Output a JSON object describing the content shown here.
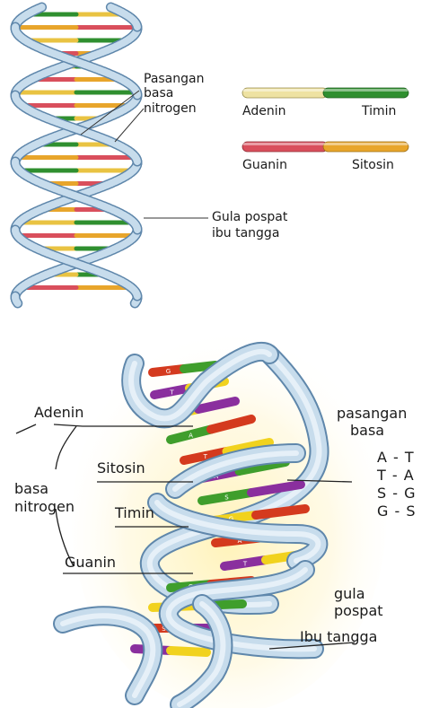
{
  "top_diagram": {
    "label_base_pair": [
      "Pasangan",
      "basa",
      "nitrogen"
    ],
    "label_sugar": [
      "Gula pospat",
      "ibu tangga"
    ],
    "legend": {
      "at_left": "Adenin",
      "at_right": "Timin",
      "gc_left": "Guanin",
      "gc_right": "Sitosin"
    }
  },
  "bottom_diagram": {
    "adenin": "Adenin",
    "sitosin": "Sitosin",
    "timin": "Timin",
    "guanin": "Guanin",
    "basa_nitrogen": [
      "basa",
      "nitrogen"
    ],
    "pasangan_basa": [
      "pasangan",
      "basa"
    ],
    "pairs": [
      "A - T",
      "T - A",
      "S - G",
      "G - S"
    ],
    "gula_pospat": [
      "gula",
      "pospat"
    ],
    "ibu_tangga": "Ibu tangga",
    "rung_letters": [
      "G",
      "T",
      "S",
      "A",
      "T",
      "A",
      "S",
      "G",
      "A",
      "T",
      "G",
      "T",
      "S",
      "A"
    ]
  },
  "colors": {
    "backbone_fill": "#c7dcec",
    "backbone_stroke": "#5f87ab",
    "adenine": "#e9c342",
    "thymine": "#2f8f2f",
    "guanine": "#d94f5c",
    "cytosine": "#e8a52b",
    "purple": "#8a2f9e",
    "red": "#d43a1e",
    "green": "#3f9e2c",
    "yellow": "#f1d21e"
  }
}
